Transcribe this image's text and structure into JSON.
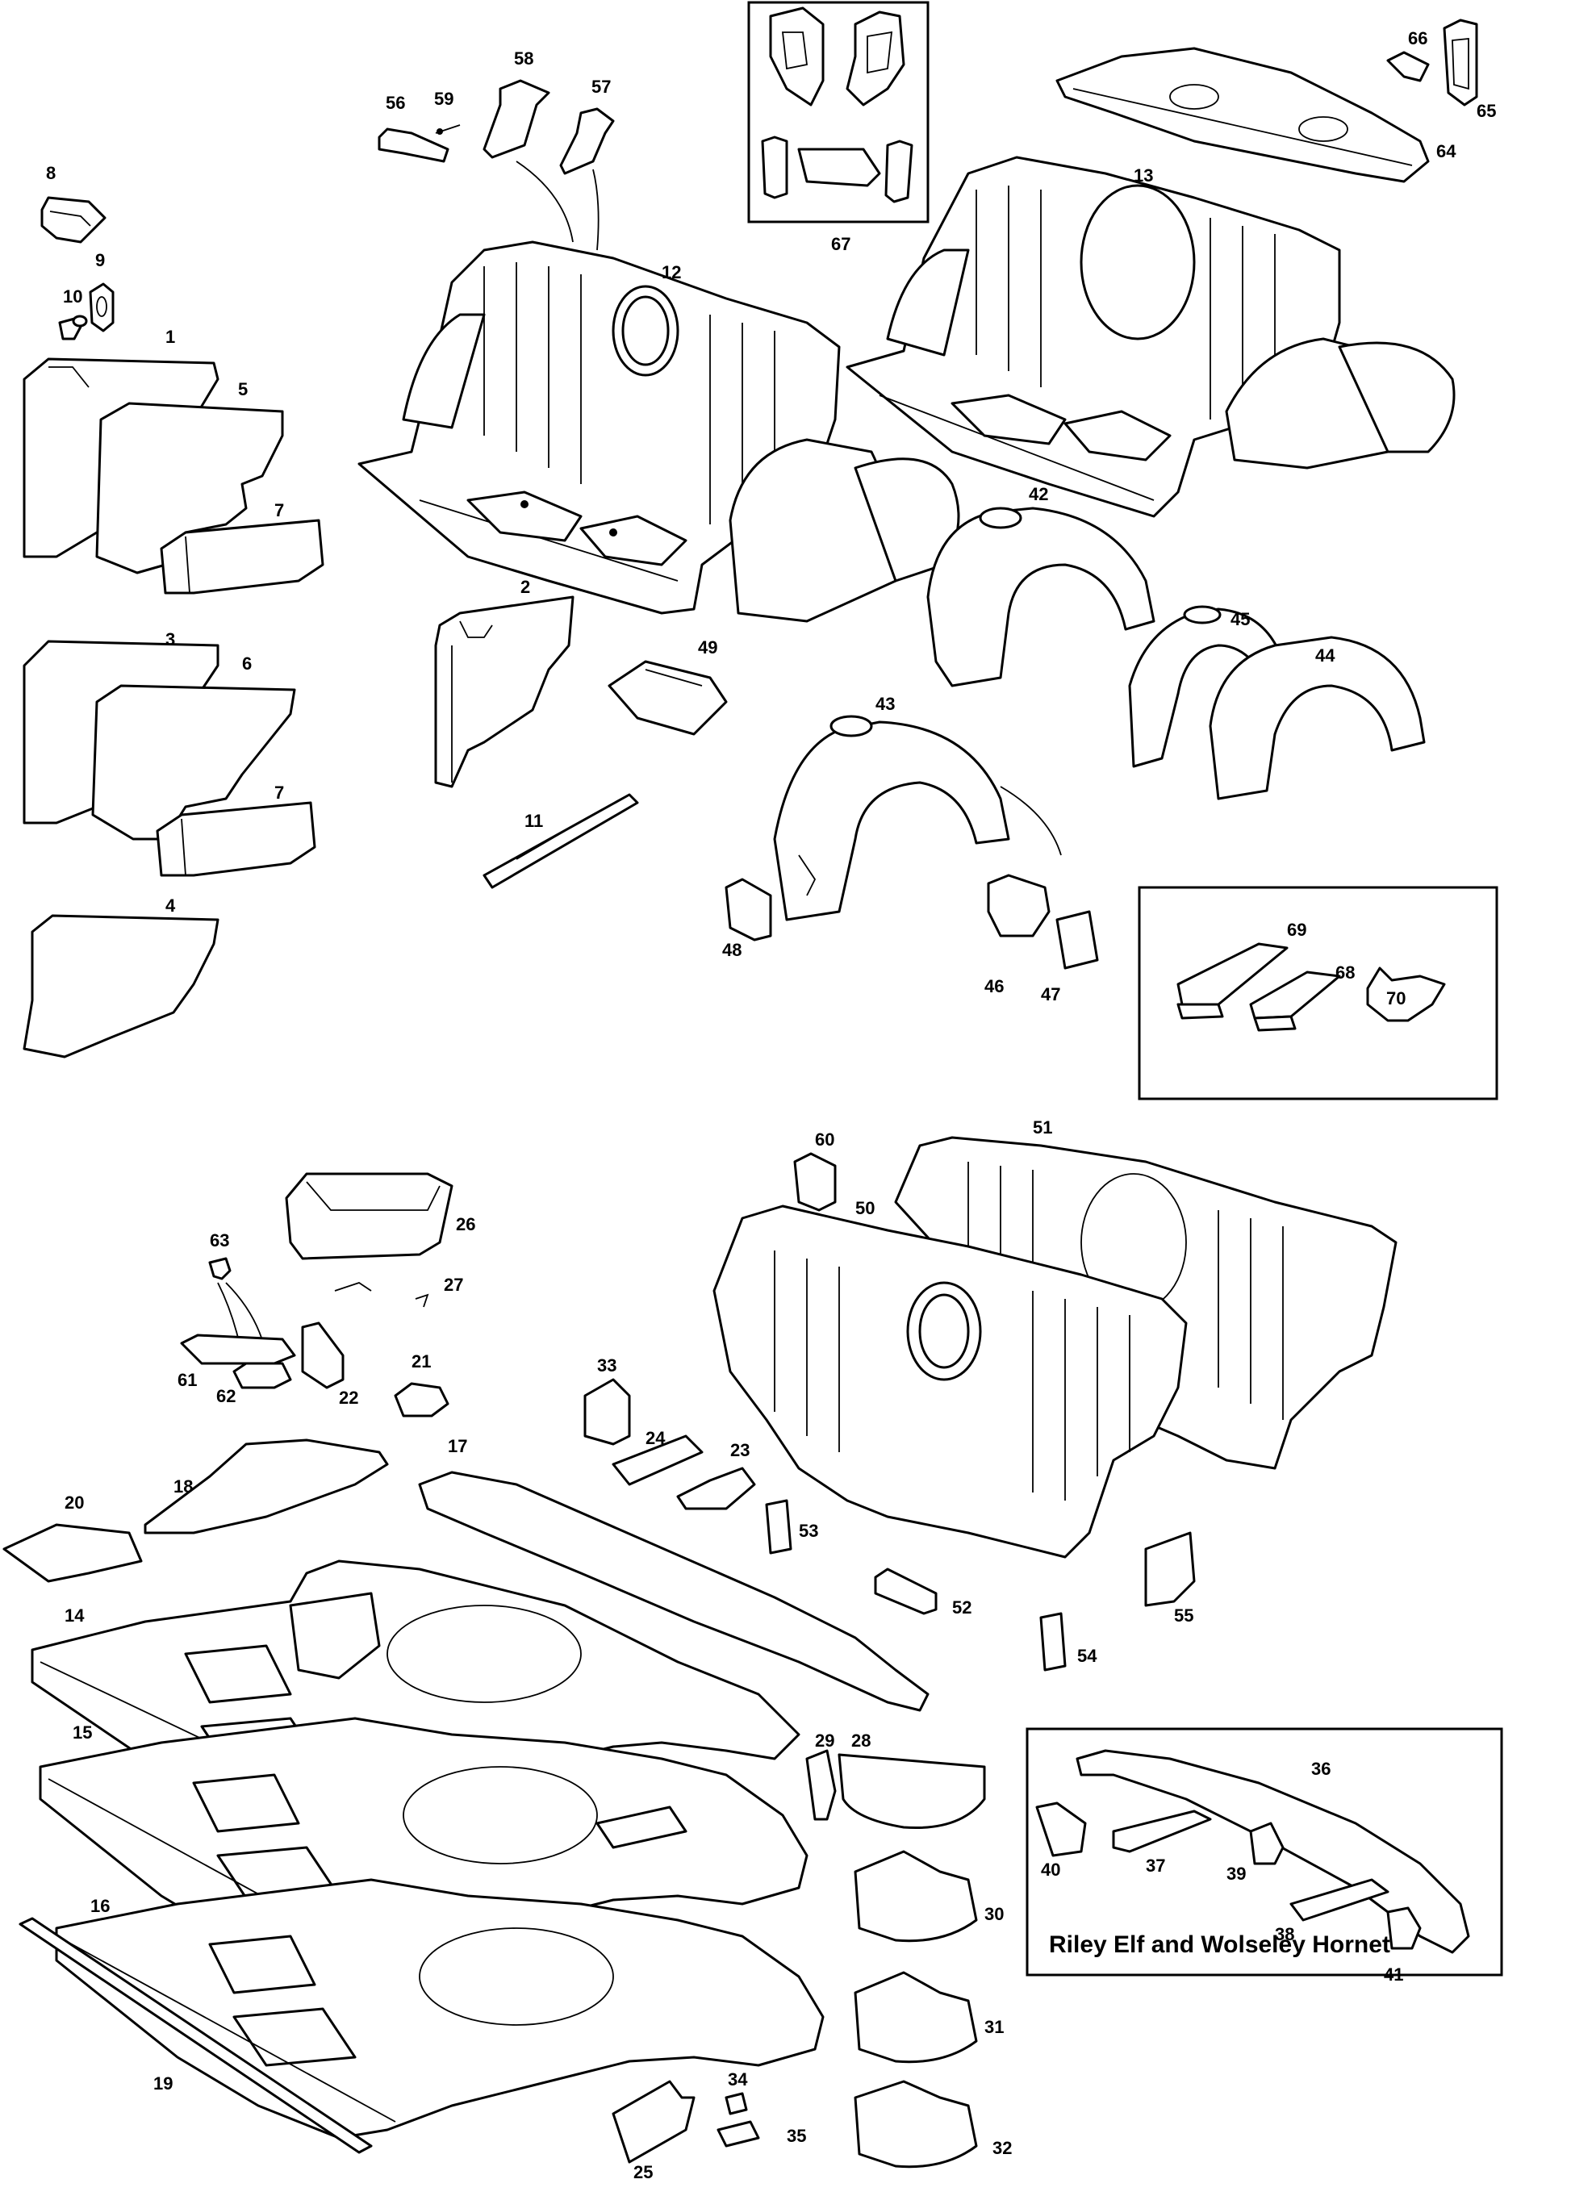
{
  "labels": {
    "n1": "1",
    "n2": "2",
    "n3": "3",
    "n4": "4",
    "n5": "5",
    "n6": "6",
    "n7a": "7",
    "n7b": "7",
    "n8": "8",
    "n9": "9",
    "n10": "10",
    "n11": "11",
    "n12": "12",
    "n13": "13",
    "n14": "14",
    "n15": "15",
    "n16": "16",
    "n17": "17",
    "n18": "18",
    "n19": "19",
    "n20": "20",
    "n21": "21",
    "n22": "22",
    "n23": "23",
    "n24": "24",
    "n25": "25",
    "n26": "26",
    "n27": "27",
    "n28": "28",
    "n29": "29",
    "n30": "30",
    "n31": "31",
    "n32": "32",
    "n33": "33",
    "n34": "34",
    "n35": "35",
    "n36": "36",
    "n37": "37",
    "n38": "38",
    "n39": "39",
    "n40": "40",
    "n41": "41",
    "n42": "42",
    "n43": "43",
    "n44": "44",
    "n45": "45",
    "n46": "46",
    "n47": "47",
    "n48": "48",
    "n49": "49",
    "n50": "50",
    "n51": "51",
    "n52": "52",
    "n53": "53",
    "n54": "54",
    "n55": "55",
    "n56": "56",
    "n57": "57",
    "n58": "58",
    "n59": "59",
    "n60": "60",
    "n61": "61",
    "n62": "62",
    "n63": "63",
    "n64": "64",
    "n65": "65",
    "n66": "66",
    "n67": "67",
    "n68": "68",
    "n69": "69",
    "n70": "70"
  },
  "inset_caption": "Riley Elf and Wolseley Hornet"
}
